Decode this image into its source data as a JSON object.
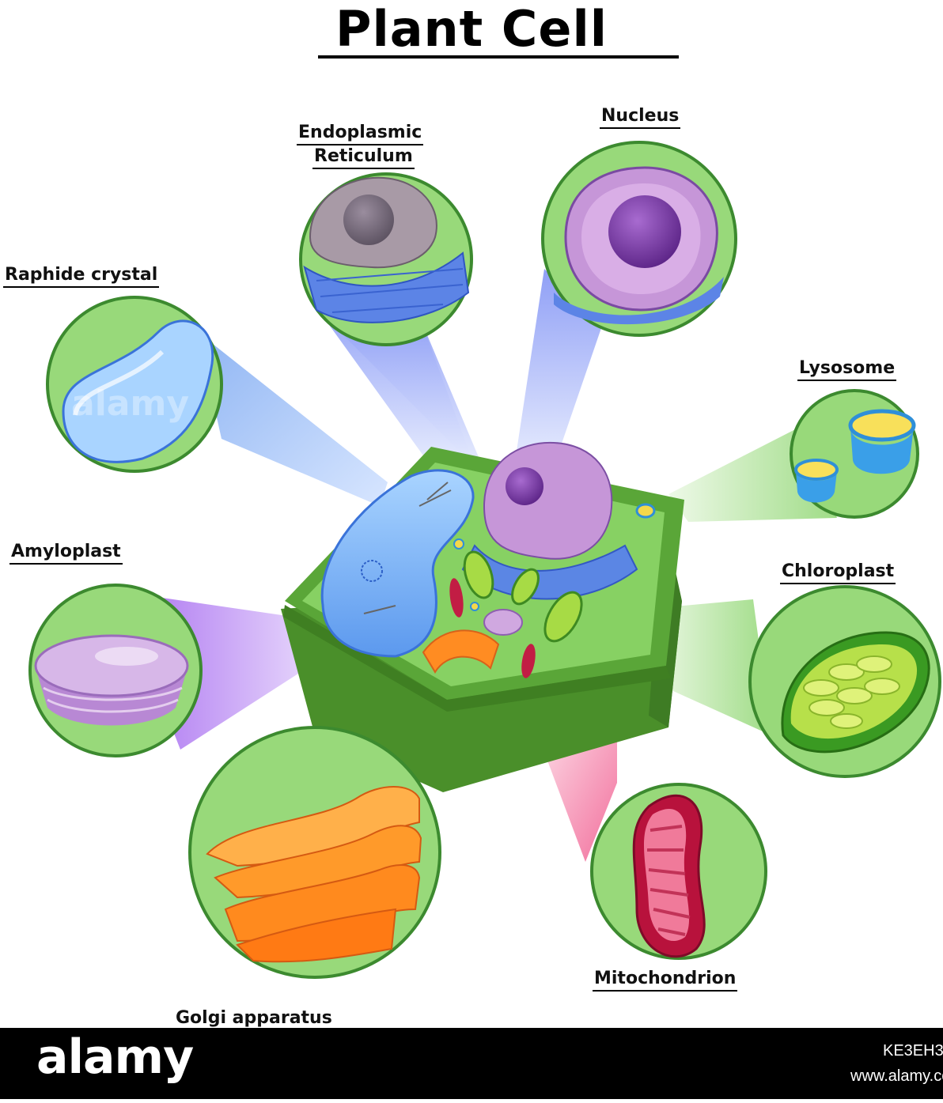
{
  "title": "Plant Cell",
  "labels": {
    "endoplasmic_reticulum_line1": "Endoplasmic",
    "endoplasmic_reticulum_line2": "Reticulum",
    "nucleus": "Nucleus",
    "raphide_crystal": "Raphide crystal",
    "lysosome": "Lysosome",
    "amyloplast": "Amyloplast",
    "chloroplast": "Chloroplast",
    "mitochondrion": "Mitochondrion",
    "golgi_apparatus": "Golgi apparatus"
  },
  "watermark": "alamy",
  "footer": {
    "brand": "alamy",
    "image_code": "KE3EH3",
    "url": "www.alamy.com"
  },
  "colors": {
    "circle_fill": "#98d97a",
    "circle_border": "#3c8a2f",
    "cell_wall": "#4f9a2f",
    "cytoplasm": "#7fcf5a",
    "vacuole": "#7db4f2",
    "nucleus": "#c98fd8",
    "nucleolus": "#7a3aa4",
    "er": "#5c84e6",
    "golgi": "#ff8a1e",
    "mitochondrion": "#b8123c",
    "chloroplast": "#9ed33a",
    "lysosome_cup": "#3a9fe8",
    "lysosome_fill": "#f8e05a",
    "amyloplast": "#c89ddf",
    "beam_blue": "#a9b7f7",
    "beam_purple": "#b27ff0",
    "beam_green": "#b6e8a6",
    "beam_orange": "#ffb77a",
    "beam_pink": "#f58bb0"
  }
}
